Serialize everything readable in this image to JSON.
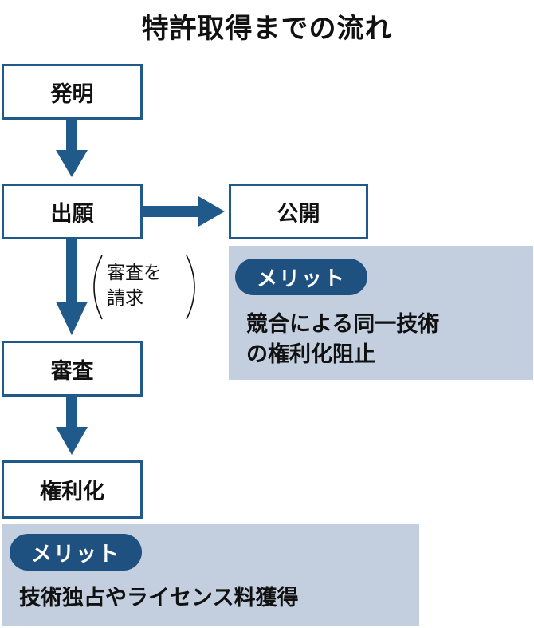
{
  "title": "特許取得までの流れ",
  "steps": {
    "invention": "発明",
    "application": "出願",
    "publication": "公開",
    "examination": "審査",
    "patent": "権利化"
  },
  "exam_request_note": [
    "審査を",
    "請求"
  ],
  "publication_merit": {
    "badge": "メリット",
    "lines": [
      "競合による同一技術",
      "の権利化阻止"
    ]
  },
  "patent_merit": {
    "badge": "メリット",
    "lines": [
      "技術独占やライセンス料獲得"
    ]
  },
  "colors": {
    "accent": "#1f5a8a",
    "merit_bg": "#c3cfdf",
    "badge": "#1f5180"
  }
}
